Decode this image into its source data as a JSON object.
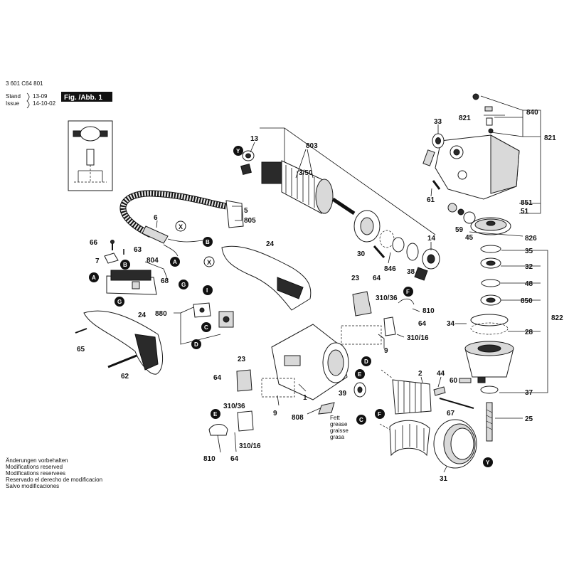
{
  "header": {
    "doc_number": "3 601 C64 801",
    "stand_label": "Stand",
    "issue_label": "Issue",
    "stand_date": "13-09",
    "issue_date": "14-10-02",
    "fig_label": "Fig. /Abb. 1"
  },
  "notice": {
    "lines": [
      "Änderungen vorbehalten",
      "Modifications reserved",
      "Modifications reservees",
      "Reservado el derecho de modificacion",
      "Salvo modificaciones"
    ]
  },
  "grease_note": {
    "lines": [
      "Fett",
      "grease",
      "graisse",
      "grasa"
    ]
  },
  "labels": {
    "p13": "13",
    "p803": "803",
    "p350": "3/50",
    "p33": "33",
    "p821a": "821",
    "p840": "840",
    "p821b": "821",
    "p6": "6",
    "p5": "5",
    "p805": "805",
    "p61": "61",
    "p851": "851",
    "p51": "51",
    "p66": "66",
    "p63": "63",
    "p7": "7",
    "p804": "804",
    "p24a": "24",
    "p68": "68",
    "p30": "30",
    "p846": "846",
    "p38": "38",
    "p14": "14",
    "p59": "59",
    "p45": "45",
    "p826": "826",
    "p35": "35",
    "p32": "32",
    "p48": "48",
    "p850": "850",
    "p822": "822",
    "p34": "34",
    "p28": "28",
    "p23a": "23",
    "p64a": "64",
    "p31036a": "310/36",
    "p810a": "810",
    "p64b": "64",
    "p31016a": "310/16",
    "p9a": "9",
    "p880": "880",
    "p24b": "24",
    "p65": "65",
    "p62": "62",
    "p23b": "23",
    "p64c": "64",
    "p31036b": "310/36",
    "p9b": "9",
    "p808": "808",
    "p1": "1",
    "p39": "39",
    "p2": "2",
    "p44": "44",
    "p60": "60",
    "p67": "67",
    "p37": "37",
    "p25": "25",
    "p810b": "810",
    "p64d": "64",
    "p31016b": "310/16",
    "p31": "31"
  },
  "markers": {
    "Y1": "Y",
    "Y2": "Y",
    "X1": "X",
    "X2": "X",
    "A1": "A",
    "A2": "A",
    "B1": "B",
    "B2": "B",
    "C1": "C",
    "C2": "C",
    "D1": "D",
    "D2": "D",
    "E1": "E",
    "E2": "E",
    "F1": "F",
    "F2": "F",
    "G1": "G",
    "G2": "G",
    "I1": "I"
  }
}
